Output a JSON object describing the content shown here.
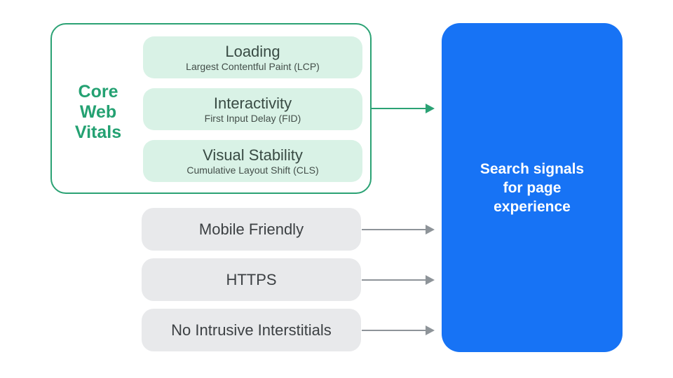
{
  "colors": {
    "green": "#2BA274",
    "green_text": "#24A172",
    "green_light": "#D9F2E6",
    "blue": "#1773F5",
    "gray_box": "#E8E9EB",
    "arrow_gray": "#8E9499",
    "text_dark": "#3C4043",
    "text_on_blue": "#FFFFFF"
  },
  "core_web_vitals": {
    "label": "Core Web Vitals",
    "items": [
      {
        "title": "Loading",
        "subtitle": "Largest Contentful Paint (LCP)"
      },
      {
        "title": "Interactivity",
        "subtitle": "First Input Delay (FID)"
      },
      {
        "title": "Visual Stability",
        "subtitle": "Cumulative Layout Shift (CLS)"
      }
    ]
  },
  "other_signals": [
    {
      "label": "Mobile Friendly"
    },
    {
      "label": "HTTPS"
    },
    {
      "label": "No Intrusive Interstitials"
    }
  ],
  "result": {
    "label": "Search signals for page experience"
  }
}
